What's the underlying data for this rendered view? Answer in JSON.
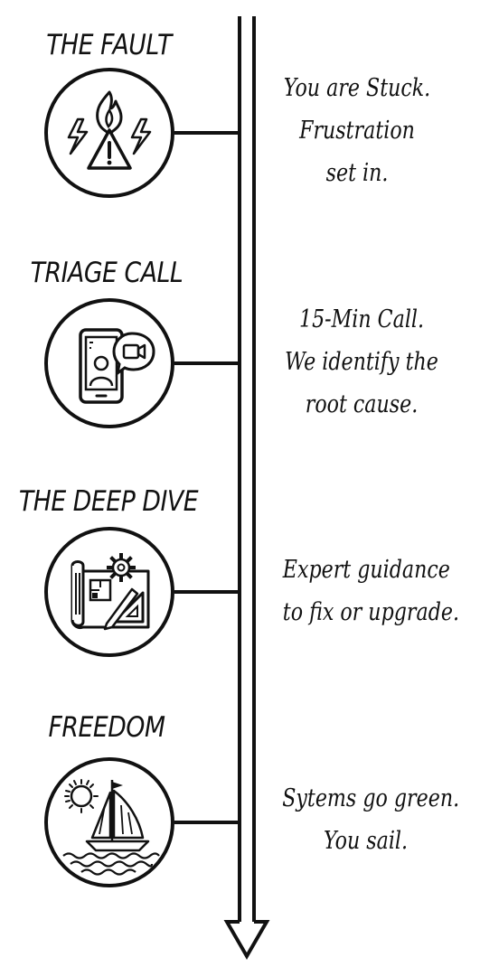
{
  "steps": [
    {
      "title": "THE FAULT",
      "icon": "fire-warning-lightning-icon",
      "desc": [
        "You are Stuck.",
        "Frustration",
        "set in."
      ]
    },
    {
      "title": "TRIAGE CALL",
      "icon": "phone-video-call-icon",
      "desc": [
        "15-Min Call.",
        "We identify the",
        "root cause."
      ]
    },
    {
      "title": "THE DEEP DIVE",
      "icon": "blueprint-gear-ruler-icon",
      "desc": [
        "Expert guidance",
        "to fix or upgrade."
      ]
    },
    {
      "title": "FREEDOM",
      "icon": "sun-sailboat-icon",
      "desc": [
        "Sytems go green.",
        "You sail."
      ]
    }
  ],
  "colors": {
    "stroke": "#111111",
    "background": "#ffffff"
  }
}
